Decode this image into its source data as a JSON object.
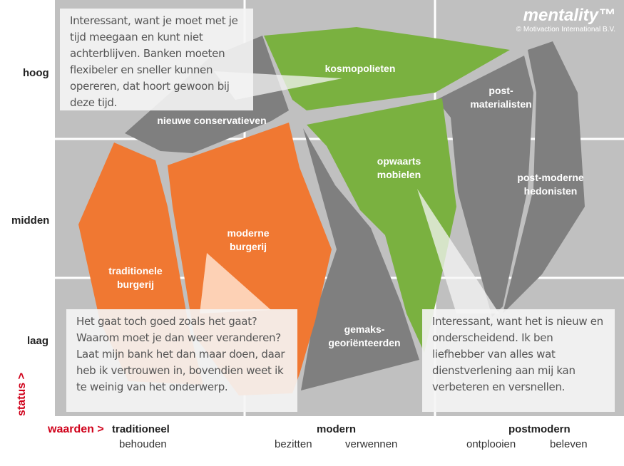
{
  "logo": {
    "brand": "mentality™",
    "copyright": "© Motivaction International B.V."
  },
  "axes": {
    "status_label": "status >",
    "values_label": "waarden >",
    "status_levels": [
      "hoog",
      "midden",
      "laag"
    ],
    "value_groups": [
      {
        "name": "traditioneel",
        "subs": [
          "behouden"
        ]
      },
      {
        "name": "modern",
        "subs": [
          "bezitten",
          "verwennen"
        ]
      },
      {
        "name": "postmodern",
        "subs": [
          "ontplooien",
          "beleven"
        ]
      }
    ]
  },
  "segments": [
    {
      "id": "nieuwe-conservatieven",
      "label": "nieuwe conservatieven",
      "color": "#7f7f7f"
    },
    {
      "id": "kosmopolieten",
      "label": "kosmopolieten",
      "color": "#7ab140"
    },
    {
      "id": "post-materialisten",
      "label": "post-materialisten",
      "color": "#7f7f7f"
    },
    {
      "id": "post-moderne-hedonisten",
      "label": "post-moderne hedonisten",
      "color": "#7f7f7f"
    },
    {
      "id": "opwaarts-mobielen",
      "label": "opwaarts mobielen",
      "color": "#7ab140"
    },
    {
      "id": "gemaksgeorienteerden",
      "label": "gemaks-georiënteerden",
      "color": "#7f7f7f"
    },
    {
      "id": "moderne-burgerij",
      "label": "moderne burgerij",
      "color": "#f07832"
    },
    {
      "id": "traditionele-burgerij",
      "label": "traditionele burgerij",
      "color": "#f07832"
    }
  ],
  "callouts": [
    "Interessant, want je moet met je tijd meegaan en kunt niet achterblijven. Banken moeten flexibeler en sneller kunnen opereren, dat hoort gewoon bij deze tijd.",
    "Het gaat toch goed zoals het gaat? Waarom moet je dan weer veranderen? Laat mijn bank het dan maar doen, daar heb ik vertrouwen in, bovendien weet ik te weinig van het onderwerp.",
    "Interessant, want het is nieuw en onderscheidend. Ik ben liefhebber van alles wat dienstverlening aan mij kan verbeteren en versnellen."
  ]
}
